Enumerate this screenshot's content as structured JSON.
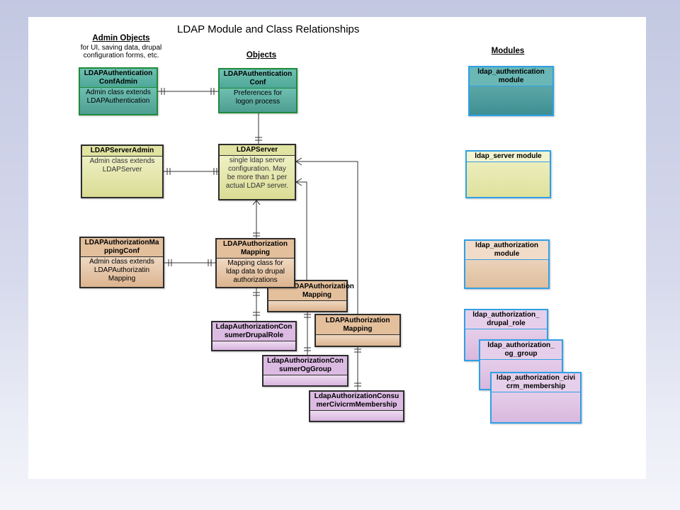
{
  "title": "LDAP Module and Class Relationships",
  "sections": {
    "admin": {
      "heading": "Admin Objects",
      "subtitle": [
        "for UI, saving data, drupal",
        "configuration forms, etc."
      ]
    },
    "objects": {
      "heading": "Objects"
    },
    "modules": {
      "heading": "Modules"
    }
  },
  "boxes": {
    "authConfAdmin": {
      "header": [
        "LDAPAuthentication",
        "ConfAdmin"
      ],
      "body": [
        "Admin class extends",
        "LDAPAuthentication"
      ]
    },
    "authConf": {
      "header": [
        "LDAPAuthentication",
        "Conf"
      ],
      "body": [
        "Preferences for",
        "logon process"
      ]
    },
    "serverAdmin": {
      "header": [
        "LDAPServerAdmin"
      ],
      "body": [
        "Admin class extends",
        "LDAPServer"
      ]
    },
    "server": {
      "header": [
        "LDAPServer"
      ],
      "body": [
        "single ldap server",
        "configuration.  May",
        "be more than 1 per",
        "actual LDAP server."
      ]
    },
    "mappingConf": {
      "header": [
        "LDAPAuthorizationMa",
        "ppingConf"
      ],
      "body": [
        "Admin class extends",
        "LDAPAuthorizatin",
        "Mapping"
      ]
    },
    "mapping1": {
      "header": [
        "LDAPAuthorization",
        "Mapping"
      ],
      "body": [
        "Mapping class for",
        "ldap data to drupal",
        "authorizations"
      ]
    },
    "mapping2": {
      "header": [
        "LDAPAuthorization",
        "Mapping"
      ],
      "body": []
    },
    "mapping3": {
      "header": [
        "LDAPAuthorization",
        "Mapping"
      ],
      "body": []
    },
    "drupalRole": {
      "header": [
        "LdapAuthorizationCon",
        "sumerDrupalRole"
      ],
      "body": []
    },
    "ogGroup": {
      "header": [
        "LdapAuthorizationCon",
        "sumerOgGroup"
      ],
      "body": []
    },
    "civicrm": {
      "header": [
        "LdapAuthorizationConsu",
        "merCivicrmMembership"
      ],
      "body": []
    }
  },
  "modules": {
    "authentication": {
      "header": [
        "ldap_authentication",
        "module"
      ]
    },
    "server": {
      "header": [
        "ldap_server module"
      ]
    },
    "authorization": {
      "header": [
        "ldap_authorization",
        "module"
      ]
    },
    "drupalRole": {
      "header": [
        "ldap_authorization_",
        "drupal_role"
      ]
    },
    "ogGroup": {
      "header": [
        "ldap_authorization_",
        "og_group"
      ]
    },
    "civicrm": {
      "header": [
        "ldap_authorization_civi",
        "crm_membership"
      ]
    }
  },
  "colors": {
    "green": "#4aa594",
    "yellow": "#e7e8ad",
    "orange": "#e7c6a6",
    "purple": "#e2c7e7",
    "module_border": "#2fa0e6",
    "background": "#c3c8e2"
  }
}
